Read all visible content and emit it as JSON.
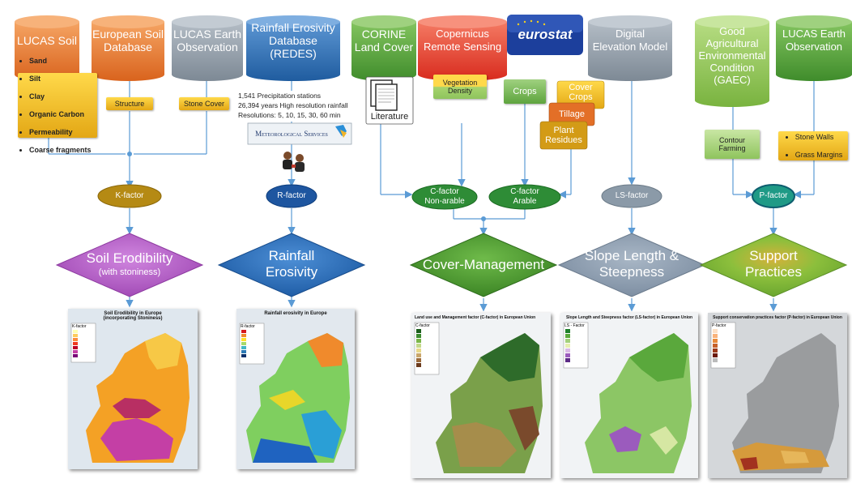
{
  "sources": {
    "lucas_soil": "LUCAS Soil",
    "european_soil_db": "European Soil\nDatabase",
    "lucas_earth_obs_1": "LUCAS Earth\nObservation",
    "redes": "Rainfall Erosivity\nDatabase (REDES)",
    "corine": "CORINE\nLand Cover",
    "copernicus": "Copernicus\nRemote Sensing",
    "eurostat": "eurostat",
    "dem": "Digital\nElevation Model",
    "gaec": "Good\nAgricultural\nEnvironmental\nCondition\n(GAEC)",
    "lucas_earth_obs_2": "LUCAS Earth\nObservation"
  },
  "notes": {
    "soil_props": [
      "Sand",
      "Silt",
      "Clay",
      "Organic Carbon",
      "Permeability",
      "Coarse fragments"
    ],
    "structure": "Structure",
    "stone_cover": "Stone Cover",
    "redes_stats": [
      "1,541 Precipitation stations",
      "26,394 years High resolution rainfall",
      "Resolutions: 5, 10, 15, 30, 60 min"
    ],
    "met_services": "Meteorological Services",
    "literature": "Literature",
    "vegetation": "Vegetation\nDensity",
    "crops": "Crops",
    "cover_crops": "Cover\nCrops",
    "tillage": "Tillage",
    "plant_residues": "Plant\nResidues",
    "contour": "Contour\nFarming",
    "stone_walls": [
      "Stone Walls",
      "Grass Margins"
    ]
  },
  "factors": {
    "k": "K-factor",
    "r": "R-factor",
    "c_nonarable": "C-factor\nNon-arable",
    "c_arable": "C-factor\nArable",
    "ls": "LS-factor",
    "p": "P-factor"
  },
  "diamonds": {
    "soil_erodibility": "Soil Erodibility",
    "soil_erodibility_sub": "(with stoniness)",
    "rainfall_erosivity": "Rainfall\nErosivity",
    "cover_management": "Cover-Management",
    "slope": "Slope Length &\nSteepness",
    "support": "Support\nPractices"
  },
  "maps": {
    "k_title": "Soil Erodibility in Europe\n(incorporating Stoniness)",
    "r_title": "Rainfall erosivity in Europe",
    "c_title": "Land use and Management factor (C-factor) in European Union",
    "ls_title": "Slope Length and Steepness factor (LS-factor) in European Union",
    "p_title": "Support conservation practices factor (P-factor) in European Union",
    "k_legend_title": "K-factor",
    "r_legend_title": "R-factor",
    "c_legend_title": "C-factor",
    "ls_legend_title": "LS - Factor",
    "p_legend_title": "P-factor"
  },
  "colors": {
    "orange": "#e8782a",
    "gray": "#8f9aa5",
    "blue": "#2f72b8",
    "green": "#58a43c",
    "red": "#e8352a",
    "light_green": "#8ec74f",
    "factor_gold": "#b58a14",
    "factor_navy": "#1e56a0",
    "factor_green": "#2e8c36",
    "factor_gray": "#8b9aa8",
    "factor_teal": "#1f9a86",
    "diamond_purple": "#b25cc4",
    "diamond_blue": "#2b6cb4",
    "diamond_green": "#4f9a33",
    "diamond_gray": "#8d9db0",
    "diamond_lime": "#7bb63a"
  }
}
